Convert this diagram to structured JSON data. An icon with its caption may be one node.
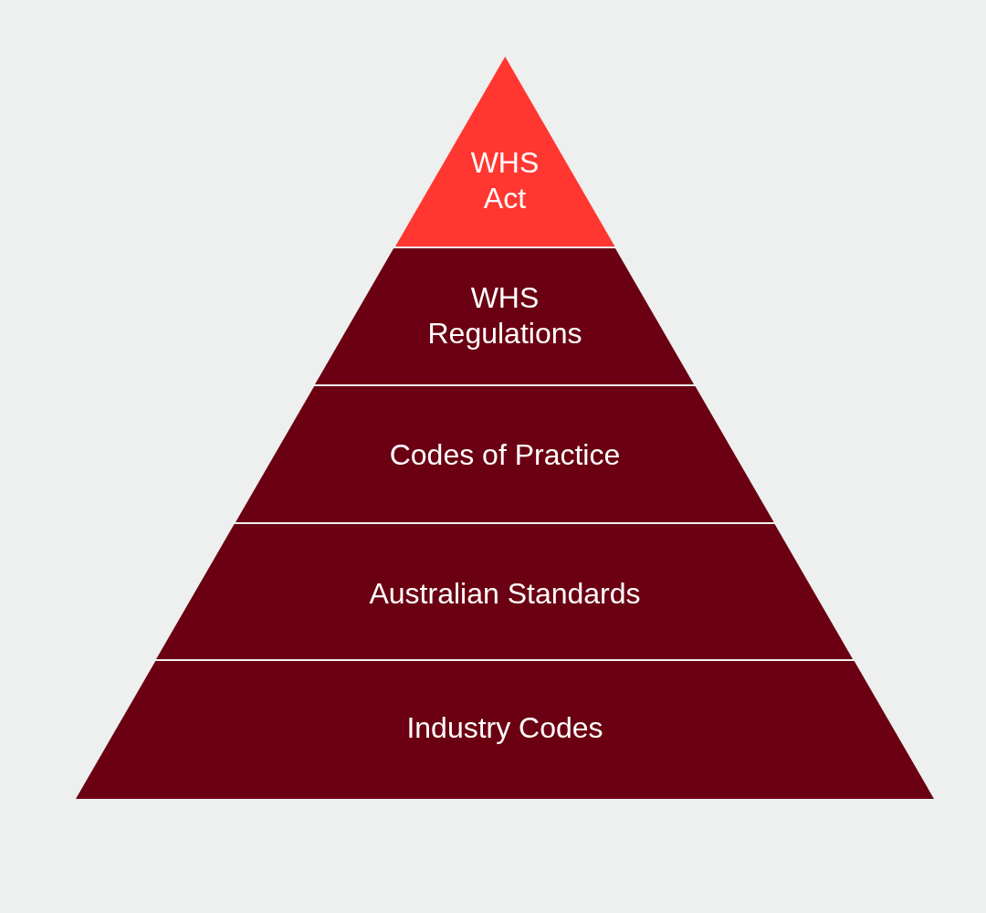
{
  "diagram": {
    "nodes": [
      {
        "text": [
          "WHS Act"
        ]
      },
      {
        "text": [
          "WHS Regulations"
        ]
      },
      {
        "text": [
          "Codes of Practice"
        ]
      },
      {
        "text": [
          "Australian Standards"
        ]
      },
      {
        "text": [
          "Industry Codes"
        ]
      }
    ]
  }
}
